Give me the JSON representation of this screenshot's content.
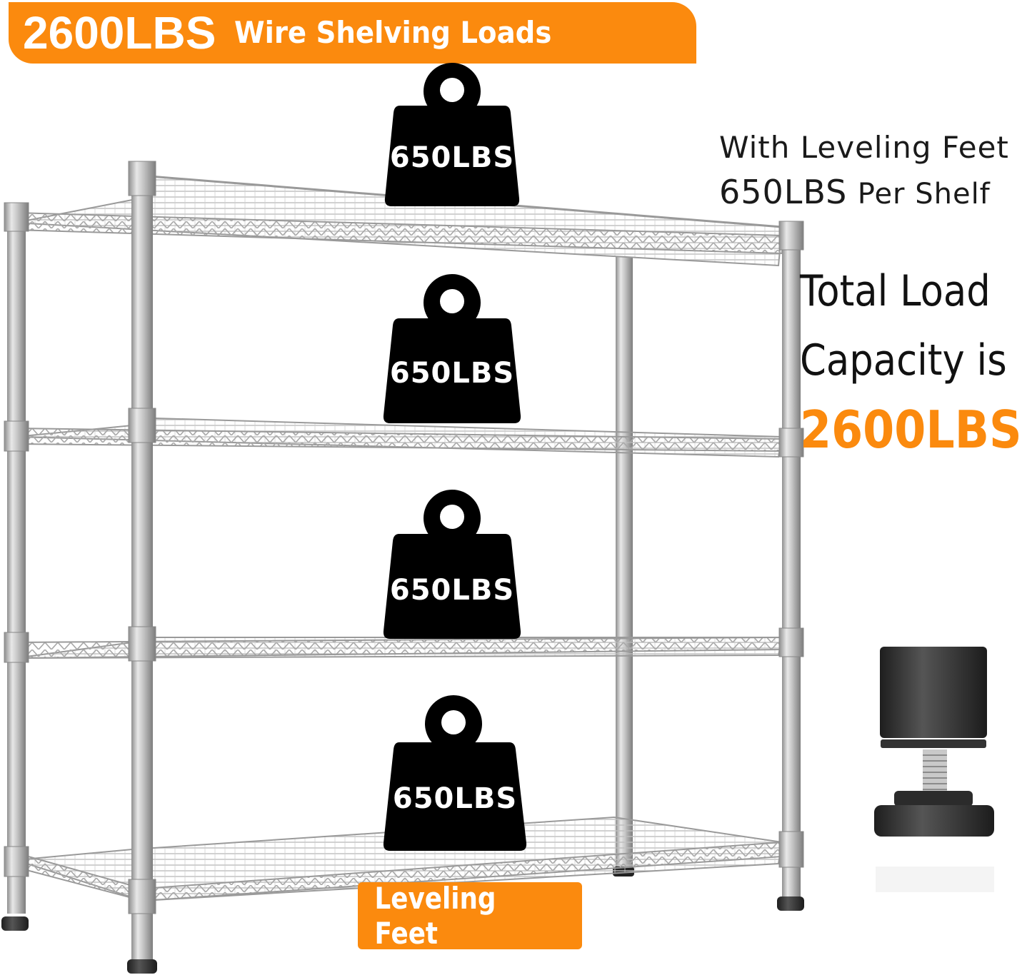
{
  "banner": {
    "headline": "2600LBS",
    "subtitle": "Wire Shelving Loads",
    "color": "#fb8a0e"
  },
  "side_note": {
    "line1": "With Leveling Feet",
    "line2_value": "650LBS",
    "line2_rest": "Per Shelf"
  },
  "total_capacity": {
    "line1": "Total Load",
    "line2": "Capacity is",
    "value": "2600LBS",
    "value_color": "#fb8a0e"
  },
  "weights": [
    {
      "label": "650LBS",
      "shelf": 1
    },
    {
      "label": "650LBS",
      "shelf": 2
    },
    {
      "label": "650LBS",
      "shelf": 3
    },
    {
      "label": "650LBS",
      "shelf": 4
    }
  ],
  "feet_badge": {
    "label": "Leveling Feet"
  },
  "colors": {
    "accent_orange": "#fb8a0e",
    "chrome": "#b5b5b5",
    "weight_black": "#000000",
    "foot_dark": "#2e2e2e"
  }
}
